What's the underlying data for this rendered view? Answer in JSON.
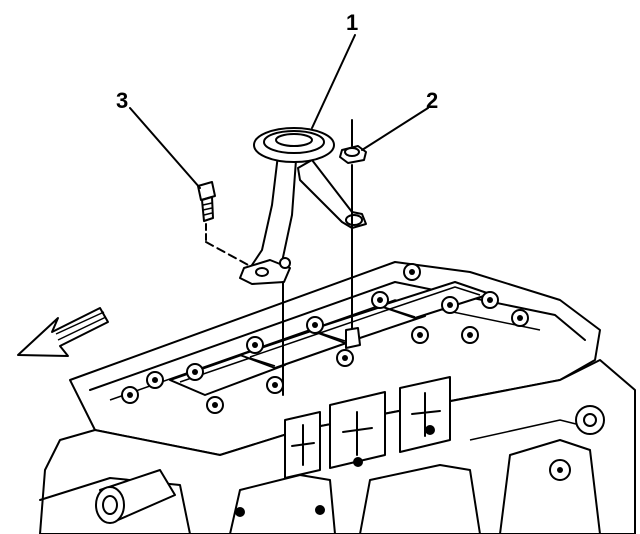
{
  "diagram": {
    "callouts": [
      {
        "id": "1",
        "label": "1"
      },
      {
        "id": "2",
        "label": "2"
      },
      {
        "id": "3",
        "label": "3"
      }
    ],
    "parts": [
      {
        "callout": "1",
        "icon": "oil-pump-pipe-icon"
      },
      {
        "callout": "2",
        "icon": "nut-icon"
      },
      {
        "callout": "3",
        "icon": "bolt-icon"
      }
    ],
    "direction_icon": "front-arrow-icon",
    "line_color": "#000000",
    "background": "#ffffff"
  }
}
